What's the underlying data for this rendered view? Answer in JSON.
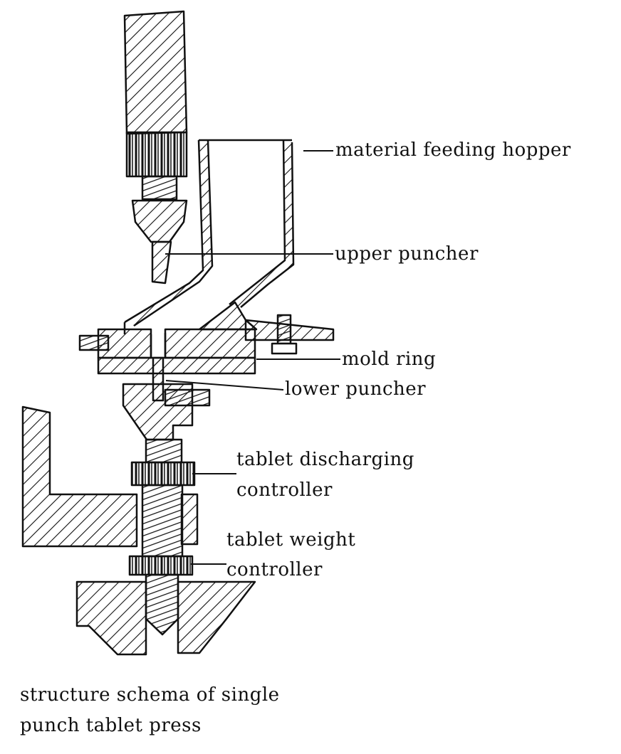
{
  "labels": {
    "hopper": "material feeding hopper",
    "upper_puncher": "upper puncher",
    "mold_ring": "mold ring",
    "lower_puncher": "lower puncher",
    "discharge_line1": "tablet discharging",
    "discharge_line2": "controller",
    "weight_line1": "tablet weight",
    "weight_line2": "controller"
  },
  "caption": {
    "line1": "structure schema of single",
    "line2": "punch tablet press"
  },
  "colors": {
    "ink": "#111111",
    "paper": "#ffffff"
  }
}
